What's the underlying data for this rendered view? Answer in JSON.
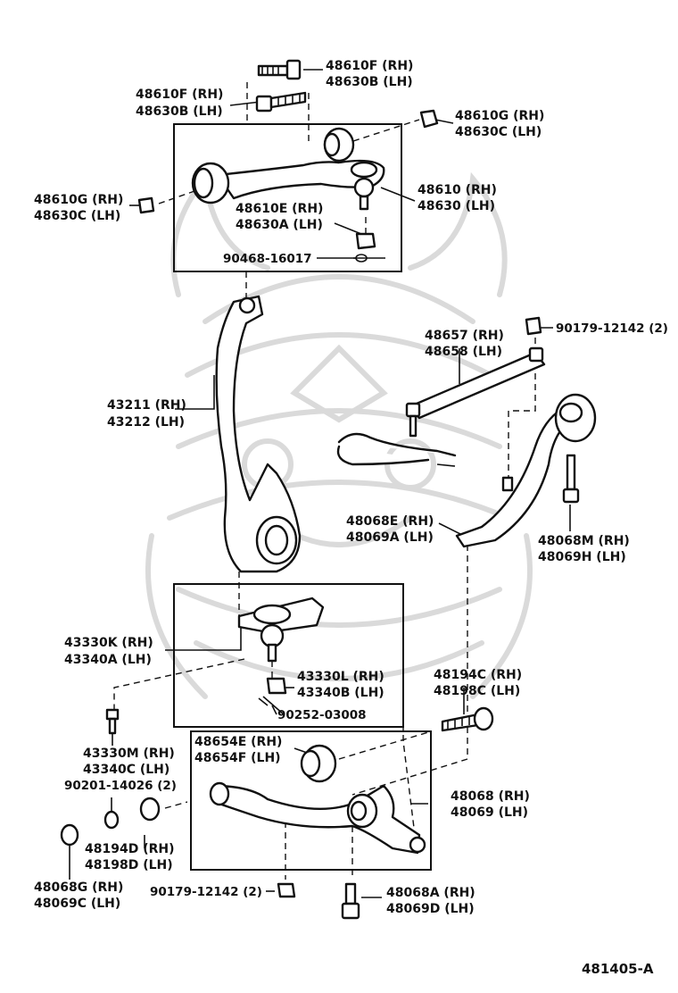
{
  "diagram_code": "481405-A",
  "labels": {
    "l01": {
      "rh": "48610F (RH)",
      "lh": "48630B (LH)"
    },
    "l02": {
      "rh": "48610F (RH)",
      "lh": "48630B (LH)"
    },
    "l03": {
      "rh": "48610G (RH)",
      "lh": "48630C (LH)"
    },
    "l04": {
      "rh": "48610G (RH)",
      "lh": "48630C (LH)"
    },
    "l05": {
      "rh": "48610 (RH)",
      "lh": "48630 (LH)"
    },
    "l06": {
      "rh": "48610E (RH)",
      "lh": "48630A (LH)"
    },
    "l07": {
      "single": "90468-16017"
    },
    "l08": {
      "single": "90179-12142 (2)"
    },
    "l09": {
      "rh": "48657 (RH)",
      "lh": "48658 (LH)"
    },
    "l10": {
      "rh": "43211 (RH)",
      "lh": "43212 (LH)"
    },
    "l11": {
      "rh": "48068E (RH)",
      "lh": "48069A (LH)"
    },
    "l12": {
      "rh": "48068M (RH)",
      "lh": "48069H (LH)"
    },
    "l13": {
      "rh": "43330K (RH)",
      "lh": "43340A (LH)"
    },
    "l14": {
      "rh": "43330L (RH)",
      "lh": "43340B (LH)"
    },
    "l15": {
      "single": "90252-03008"
    },
    "l16": {
      "rh": "48194C (RH)",
      "lh": "48198C (LH)"
    },
    "l17": {
      "rh": "43330M (RH)",
      "lh": "43340C (LH)"
    },
    "l18": {
      "rh": "48654E (RH)",
      "lh": "48654F (LH)"
    },
    "l19": {
      "single": "90201-14026 (2)"
    },
    "l20": {
      "rh": "48068 (RH)",
      "lh": "48069 (LH)"
    },
    "l21": {
      "rh": "48194D (RH)",
      "lh": "48198D (LH)"
    },
    "l22": {
      "rh": "48068G (RH)",
      "lh": "48069C (LH)"
    },
    "l23": {
      "single": "90179-12142 (2)"
    },
    "l24": {
      "rh": "48068A (RH)",
      "lh": "48069D (LH)"
    }
  }
}
